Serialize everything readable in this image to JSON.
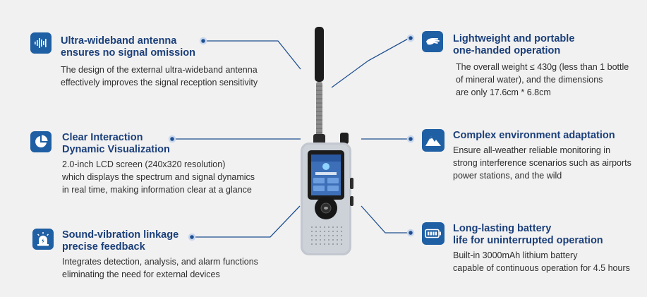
{
  "colors": {
    "background": "#f1f1f1",
    "accent": "#1f5fa3",
    "title": "#1b3f7a",
    "line": "#1f4f91",
    "text": "#2e2e2e"
  },
  "features": {
    "antenna": {
      "icon": "waveform-icon",
      "title_1": "Ultra-wideband antenna",
      "title_2": "ensures no signal omission",
      "desc_1": "The design of the external ultra-wideband antenna",
      "desc_2": "effectively improves the signal reception sensitivity"
    },
    "interaction": {
      "icon": "pie-chart-icon",
      "title_1": "Clear Interaction",
      "title_2": "Dynamic Visualization",
      "desc_1": "2.0-inch LCD screen (240x320 resolution)",
      "desc_2": "which displays the spectrum and signal dynamics",
      "desc_3": "in real time, making information clear at a glance"
    },
    "feedback": {
      "icon": "alarm-light-icon",
      "title_1": "Sound-vibration linkage",
      "title_2": "precise feedback",
      "desc_1": "Integrates detection, analysis, and alarm functions",
      "desc_2": "eliminating the need for external devices"
    },
    "portable": {
      "icon": "hand-icon",
      "title_1": "Lightweight and portable",
      "title_2": "one-handed operation",
      "desc_1": "The overall weight ≤ 430g (less than 1 bottle",
      "desc_2": "of mineral water), and the dimensions",
      "desc_3": "are only 17.6cm * 6.8cm"
    },
    "environment": {
      "icon": "mountain-icon",
      "title_1": "Complex environment adaptation",
      "desc_1": "Ensure all-weather reliable monitoring in",
      "desc_2": "strong interference scenarios such as airports",
      "desc_3": "power stations, and the wild"
    },
    "battery": {
      "icon": "battery-icon",
      "title_1": "Long-lasting battery",
      "title_2": "life for uninterrupted operation",
      "desc_1": "Built-in 3000mAh lithium battery",
      "desc_2": "capable of continuous operation for 4.5 hours"
    }
  }
}
